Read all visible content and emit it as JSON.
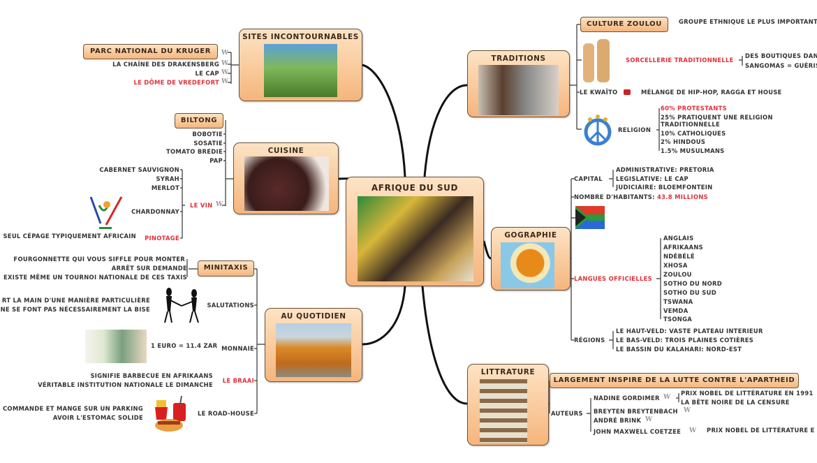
{
  "center": {
    "title": "AFRIQUE DU SUD"
  },
  "wiki_icon": "W",
  "sites": {
    "title": "SITES INCONTOURNABLES",
    "kruger": "PARC NATIONAL DU KRUGER",
    "items": [
      "LA CHAÎNE DES DRAKENSBERG",
      "LE CAP",
      "LE DÔME DE VREDEFORT"
    ]
  },
  "cuisine": {
    "title": "CUISINE",
    "biltong": "BILTONG",
    "items": [
      "BOBOTIE",
      "SOSATIE",
      "TOMATO BREDIE",
      "PAP"
    ],
    "vin": "LE VIN",
    "wines": [
      "CABERNET SAUVIGNON",
      "SYRAH",
      "MERLOT",
      "CHARDONNAY",
      "PINOTAGE"
    ],
    "pinotage_note": "SEUL CÉPAGE TYPIQUEMENT AFRICAIN"
  },
  "quotidien": {
    "title": "AU QUOTIDIEN",
    "minitaxis": "MINITAXIS",
    "minitaxis_notes": [
      "FOURGONNETTE QUI VOUS SIFFLE  POUR MONTER",
      "ARRÊT SUR DEMANDE",
      "EXISTE MÊME UN TOURNOI NATIONALE DE CES TAXIS"
    ],
    "salutations": "SALUTATIONS",
    "salutations_notes": [
      "RT LA MAIN D'UNE MANIÈRE PARTICULIÈRE",
      "NE SE FONT PAS NÉCESSAIREMENT LA BISE"
    ],
    "monnaie": "MONNAIE",
    "monnaie_note": "1 EURO = 11.4 ZAR",
    "braai": "LE BRAAI",
    "braai_notes": [
      "SIGNIFIE BARBECUE EN AFRIKAANS",
      "VÉRITABLE INSTITUTION NATIONALE LE DIMANCHE"
    ],
    "roadhouse": "LE ROAD-HOUSE",
    "roadhouse_notes": [
      "COMMANDE ET MANGE SUR UN PARKING",
      "AVOIR L'ESTOMAC SOLIDE"
    ]
  },
  "traditions": {
    "title": "TRADITIONS",
    "zoulou": "CULTURE ZOULOU",
    "zoulou_note": "GROUPE ETHNIQUE LE PLUS IMPORTANT",
    "sorcellerie": "SORCELLERIE TRADITIONNELLE",
    "sorcellerie_notes": [
      "DES BOUTIQUES DAN",
      "SANGOMAS = GUÉRIS"
    ],
    "kwaito": "LE KWAÏTO",
    "kwaito_note": "MÉLANGE DE HIP-HOP, RAGGA ET HOUSE",
    "religion": "RELIGION",
    "religions": [
      "60% PROTESTANTS",
      "25% PRATIQUENT UNE RELIGION",
      "TRADITIONNELLE",
      "10% CATHOLIQUES",
      "2% HINDOUS",
      "1.5% MUSULMANS"
    ]
  },
  "geographie": {
    "title": "GOGRAPHIE",
    "capital": "CAPITAL",
    "capitals": [
      "ADMINISTRATIVE: PRETORIA",
      "LEGISLATIVE: LE CAP",
      "JUDICIAIRE: BLOEMFONTEIN"
    ],
    "habitants_label": "NOMBRE D'HABITANTS:",
    "habitants_value": "43.8 MILLIONS",
    "langues": "LANGUES OFFICIELLES",
    "languages": [
      "ANGLAIS",
      "AFRIKAANS",
      "NDÉBÉLÉ",
      "XHOSA",
      "ZOULOU",
      "SOTHO DU NORD",
      "SOTHO DU SUD",
      "TSWANA",
      "VEMDA",
      "TSONGA"
    ],
    "regions": "RÉGIONS",
    "regions_items": [
      "LE HAUT-VELD: VASTE PLATEAU INTERIEUR",
      "LE BAS-VELD: TROIS PLAINES COTIÈRES",
      "LE BASSIN DU KALAHARI: NORD-EST"
    ]
  },
  "litterature": {
    "title": "LITTRATURE",
    "banner": "LARGEMENT INSPIRE DE LA LUTTE CONTRE L'APARTHEID",
    "auteurs": "AUTEURS",
    "authors": [
      "NADINE GORDIMER",
      "BREYTEN BREYTENBACH",
      "ANDRÉ BRINK",
      "JOHN MAXWELL COETZEE"
    ],
    "gordimer_notes": [
      "PRIX NOBEL DE LITTÉRATURE EN 1991",
      "LA BÊTE NOIRE DE LA CENSURE"
    ],
    "coetzee_note": "PRIX NOBEL DE LITTÉRATURE E"
  },
  "colors": {
    "node_fill": "#f6b57c",
    "accent_red": "#e0303a",
    "line": "#111111"
  }
}
